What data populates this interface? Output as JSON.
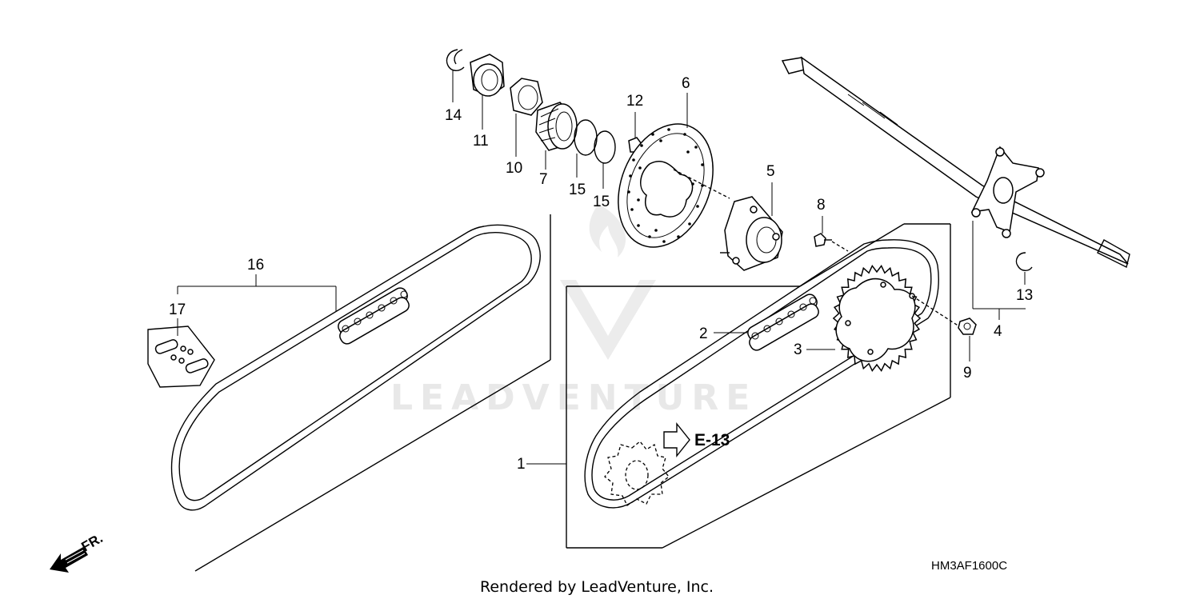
{
  "watermark": "LEADVENTURE",
  "diagram_code": "HM3AF1600C",
  "credit": "Rendered by LeadVenture, Inc.",
  "reference": "E-13",
  "direction_label": "FR.",
  "callouts": {
    "c1": "1",
    "c2": "2",
    "c3": "3",
    "c4": "4",
    "c5": "5",
    "c6": "6",
    "c7": "7",
    "c8": "8",
    "c9": "9",
    "c10": "10",
    "c11": "11",
    "c12": "12",
    "c13": "13",
    "c14": "14",
    "c15a": "15",
    "c15b": "15",
    "c16": "16",
    "c17": "17"
  },
  "colors": {
    "line": "#000000",
    "watermark": "#e8e8e8",
    "background": "#ffffff"
  }
}
